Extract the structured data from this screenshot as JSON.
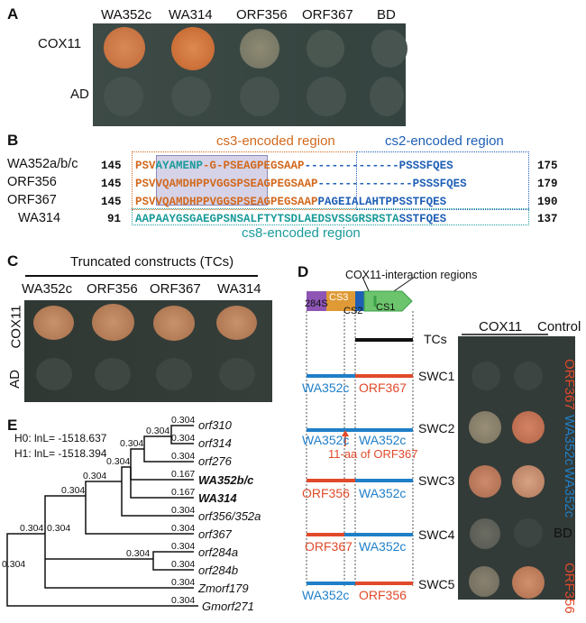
{
  "panels": {
    "A": "A",
    "B": "B",
    "C": "C",
    "D": "D",
    "E": "E"
  },
  "panel_a": {
    "columns": [
      "WA352c",
      "WA314",
      "ORF356",
      "ORF367",
      "BD"
    ],
    "rows": [
      "COX11",
      "AD"
    ]
  },
  "panel_b": {
    "region_labels": {
      "cs3": "cs3-encoded region",
      "cs2": "cs2-encoded region",
      "cs8": "cs8-encoded region"
    },
    "sequences": [
      {
        "name": "WA352a/b/c",
        "start": "145",
        "p1": "PSV",
        "p2": "AYAMENP",
        "p3": "-G-",
        "p4": "PSEAGPEGSAAP",
        "p5": "--------------PSSSFQES",
        "end": "175"
      },
      {
        "name": "ORF356",
        "start": "145",
        "p1": "PSV",
        "p2": "VQAMDHPPVGGS",
        "p3": "",
        "p4": "PSEAGPEGSAAP",
        "p5": "--------------PSSSFQES",
        "end": "179"
      },
      {
        "name": "ORF367",
        "start": "145",
        "p1": "PSV",
        "p2": "VQAMDHPPVGGS",
        "p3": "",
        "p4": "PSEAGPEGSAAP",
        "p5": "PAGEIALAHTPPSSTFQES",
        "end": "190"
      },
      {
        "name": "WA314",
        "start": "91",
        "p1": "AAPAAYGSGAEGPSNSALFTYTSDLAEDSVSSGRSRSTA",
        "p2": "",
        "p3": "",
        "p4": "",
        "p5": "SSTFQES",
        "end": "137"
      }
    ]
  },
  "panel_c": {
    "title": "Truncated constructs (TCs)",
    "columns": [
      "WA352c",
      "ORF356",
      "ORF367",
      "WA314"
    ],
    "rows": [
      "COX11",
      "AD"
    ]
  },
  "panel_d": {
    "interaction_label": "COX11-interaction regions",
    "segments": [
      "284S",
      "CS3",
      "CS2",
      "CS1"
    ],
    "tcs_label": "TCs",
    "swc_rows": [
      {
        "name": "SWC1",
        "left": "WA352c",
        "right": "ORF367"
      },
      {
        "name": "SWC2",
        "left": "WA352c",
        "right": "WA352c",
        "note": "11-aa of ORF367"
      },
      {
        "name": "SWC3",
        "left": "ORF356",
        "right": "WA352c"
      },
      {
        "name": "SWC4",
        "left": "ORF367",
        "right": "WA352c"
      },
      {
        "name": "SWC5",
        "left": "WA352c",
        "right": "ORF356"
      }
    ],
    "plate_headers": {
      "cox11": "COX11",
      "control": "Control"
    },
    "controls": [
      "ORF367",
      "WA352c",
      "WA352c",
      "BD",
      "ORF356"
    ]
  },
  "panel_e": {
    "h0": "H0:  lnL= -1518.637",
    "h1": "H1:  lnL= -1518.394",
    "leaves": [
      "orf310",
      "orf314",
      "orf276",
      "WA352b/c",
      "WA314",
      "orf356/352a",
      "orf367",
      "orf284a",
      "orf284b",
      "Zmorf179",
      "Gmorf271"
    ],
    "leaf_values": [
      "0.304",
      "0.304",
      "0.304",
      "0.167",
      "0.167",
      "0.304",
      "0.304",
      "0.304",
      "0.304",
      "0.304",
      "0.304"
    ],
    "internal_values": [
      "0.304",
      "0.304",
      "0.304",
      "0.304",
      "0.304",
      "0.304",
      "0.304",
      "0.304",
      "0.304"
    ]
  },
  "colors": {
    "orange": "#d2691e",
    "blue": "#1f5fb5",
    "teal": "#1a9a9a",
    "red": "#e04a2a",
    "green": "#3aa04a",
    "purple": "#8e55b5"
  }
}
